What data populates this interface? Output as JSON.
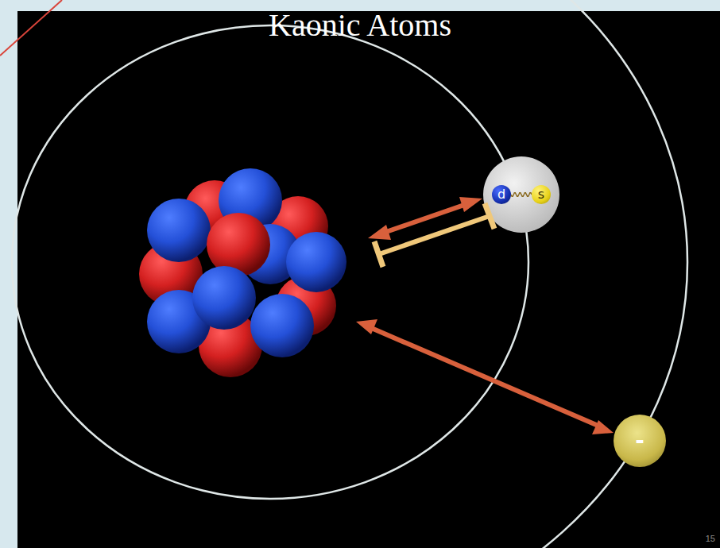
{
  "diagram": {
    "title": "Kaonic Atoms",
    "nodes": [
      {
        "text": [
          "d"
        ]
      },
      {
        "text": [
          "s"
        ]
      },
      {
        "text": [
          "-"
        ]
      }
    ],
    "edges": [
      {
        "from": 0,
        "to": 1,
        "arrow": "none"
      }
    ],
    "labels": [
      "15"
    ]
  }
}
